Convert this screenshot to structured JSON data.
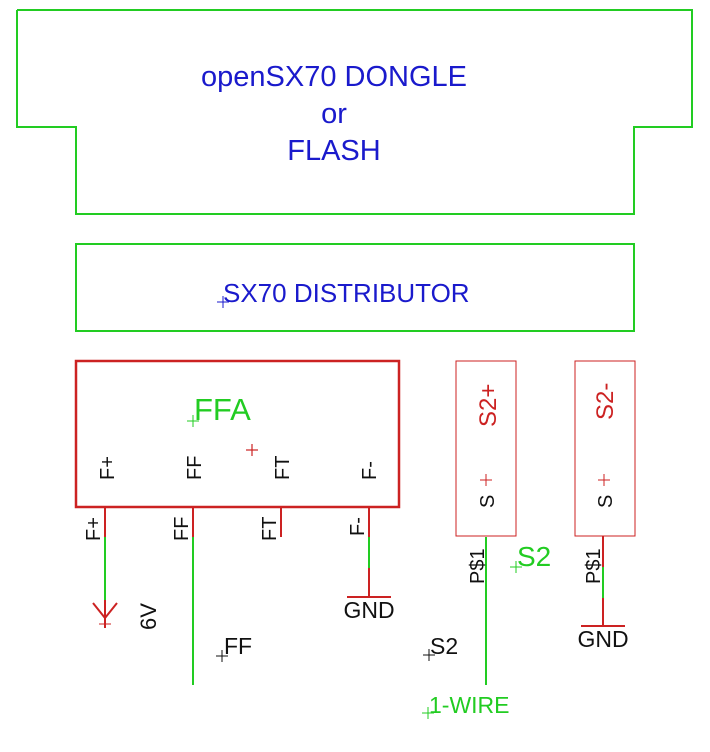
{
  "colors": {
    "outline": "#22cc22",
    "part": "#cc2222",
    "wire": "#22cc22",
    "label_blue": "#1a1acc",
    "label_black": "#111111",
    "label_green": "#22cc22",
    "label_red": "#cc2222"
  },
  "dongle": {
    "line1": "openSX70 DONGLE",
    "line2": "or",
    "line3": "FLASH"
  },
  "distributor": {
    "label": "SX70 DISTRIBUTOR"
  },
  "ffa": {
    "name": "FFA",
    "pins": [
      "F+",
      "FF",
      "FT",
      "F-"
    ],
    "pad_labels": [
      "F+",
      "FF",
      "FT",
      "F-"
    ]
  },
  "s2_plus": {
    "name": "S2+",
    "pin": "S",
    "pad": "P$1"
  },
  "s2_minus": {
    "name": "S2-",
    "pin": "S",
    "pad": "P$1"
  },
  "nets": {
    "supply": "6V",
    "gnd1": "GND",
    "gnd2": "GND",
    "ff": "FF",
    "s2_net": "S2",
    "s2_green": "S2",
    "one_wire": "1-WIRE"
  }
}
